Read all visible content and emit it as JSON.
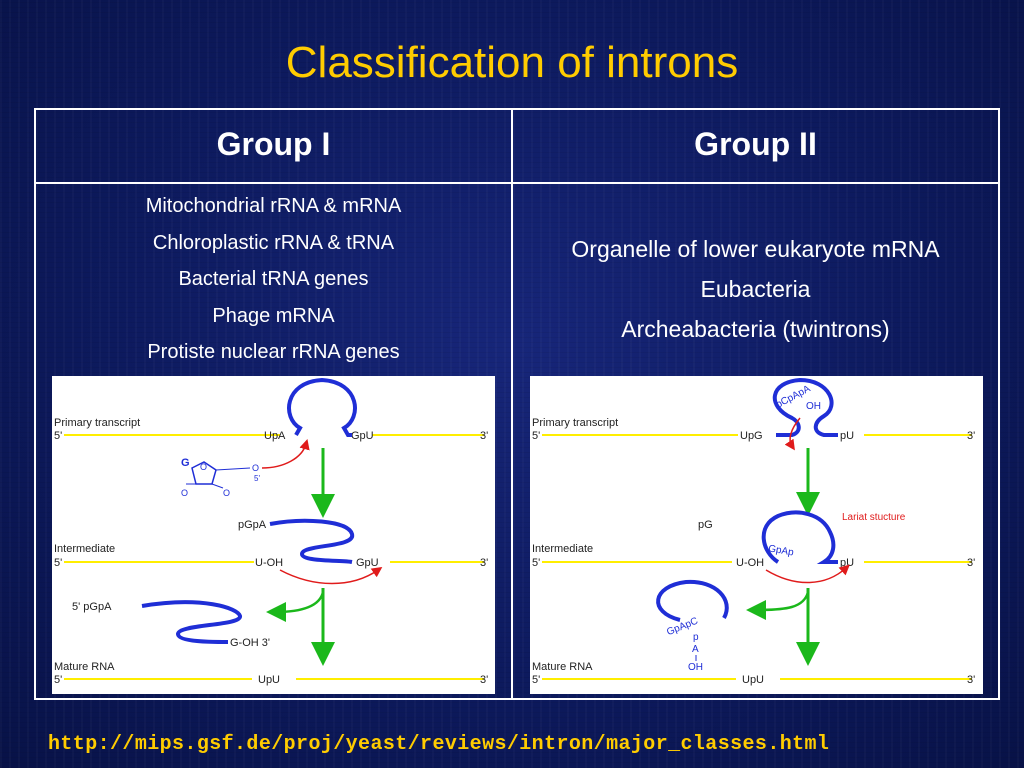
{
  "slide": {
    "title": "Classification of introns",
    "footer_url": "http://mips.gsf.de/proj/yeast/reviews/intron/major_classes.html"
  },
  "colors": {
    "title": "#ffcc00",
    "background": "#0d1a5e",
    "table_border": "#ffffff",
    "rna_line": "#ffee00",
    "intron_strand": "#1f2ed6",
    "arrow_green": "#1bb81b",
    "arrow_red": "#e01b1b",
    "lariat_label": "#e01b1b"
  },
  "table": {
    "headers": [
      "Group I",
      "Group II"
    ],
    "group1_items": [
      "Mitochondrial rRNA & mRNA",
      "Chloroplastic rRNA & tRNA",
      "Bacterial tRNA genes",
      "Phage mRNA",
      "Protiste nuclear rRNA genes"
    ],
    "group2_items": [
      "Organelle of lower eukaryote mRNA",
      "Eubacteria",
      "Archeabacteria (twintrons)"
    ]
  },
  "diagram1": {
    "primary_label": "Primary transcript",
    "five": "5'",
    "three": "3'",
    "upa": "UpA",
    "gpu": "GpU",
    "guanosine_g": "G",
    "guanosine_o1": "O",
    "guanosine_o2": "O",
    "guanosine_o3": "O",
    "guanosine_o4": "O",
    "guanosine_5": "5'",
    "intermediate_label": "Intermediate",
    "pgpa": "pGpA",
    "uoh": "U-OH",
    "gpu2": "GpU",
    "fivepgpa": "5' pGpA",
    "goh3": "G-OH 3'",
    "mature_label": "Mature RNA",
    "upu": "UpU"
  },
  "diagram2": {
    "primary_label": "Primary transcript",
    "five": "5'",
    "three": "3'",
    "pcpapa": "pCpApA",
    "oh": "OH",
    "upg": "UpG",
    "pu": "pU",
    "lariat_label": "Lariat stucture",
    "pg": "pG",
    "gpap": "GpAp",
    "intermediate_label": "Intermediate",
    "uoh": "U-OH",
    "pu2": "pU",
    "gpapc": "GpApC",
    "p": "p",
    "a": "A",
    "oh2": "OH",
    "mature_label": "Mature RNA",
    "upu": "UpU"
  }
}
